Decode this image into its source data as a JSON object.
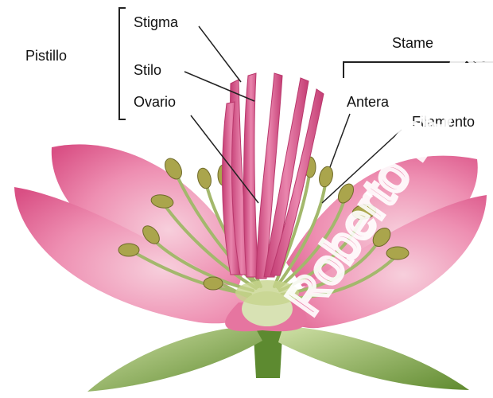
{
  "labels": {
    "pistillo": "Pistillo",
    "stigma": "Stigma",
    "stilo": "Stilo",
    "ovario": "Ovario",
    "stame": "Stame",
    "antera": "Antera",
    "filamento": "Filamento"
  },
  "watermark": "Roberto Posito",
  "colors": {
    "petal": "#e8779f",
    "petal_light": "#f8d8e3",
    "pistil": "#d9548a",
    "filament": "#9fb46a",
    "anther": "#a9a34a",
    "sepal": "#5f8a2e",
    "stem": "#4f7a2a",
    "line": "#222222"
  },
  "icons": {
    "flower": "flower-illustration"
  }
}
